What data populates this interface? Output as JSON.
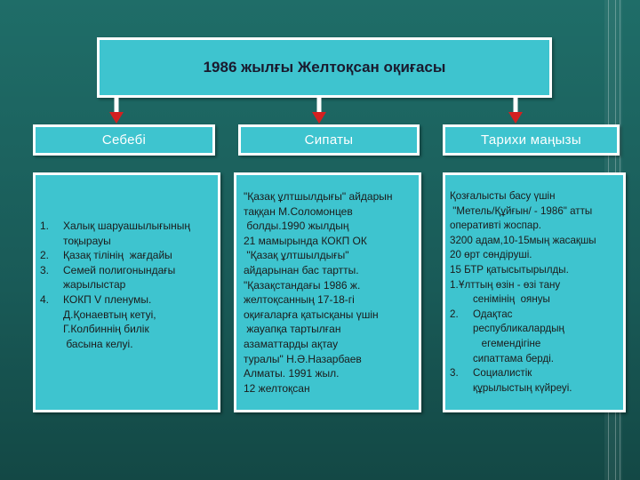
{
  "title": "1986 жылғы Желтоқсан оқиғасы",
  "colors": {
    "background": "#1f6d68",
    "box_fill": "#3ec4cf",
    "border": "#ffffff",
    "arrow": "#d42020"
  },
  "columns": [
    {
      "header": "Себебі",
      "items": [
        {
          "num": "1.",
          "lines": [
            "Халық шаруашылығының",
            "тоқырауы"
          ]
        },
        {
          "num": "2.",
          "lines": [
            "Қазақ тілінің  жағдайы"
          ]
        },
        {
          "num": "3.",
          "lines": [
            "Семей полигонындағы",
            "жарылыстар"
          ]
        },
        {
          "num": "4.",
          "lines": [
            "КОКП V пленумы.",
            "Д.Қонаевтың кетуі,",
            "Г.Колбиннің билік",
            " басына келуі."
          ]
        }
      ]
    },
    {
      "header": "Сипаты",
      "lines": [
        "\"Қазақ ұлтшылдығы\" айдарын",
        "таққан М.Соломонцев",
        " болды.1990 жылдың",
        "21 мамырында КОКП ОК",
        " \"Қазақ ұлтшылдығы\"",
        "айдарынан бас тартты.",
        "\"Қазақстандағы 1986 ж.",
        "желтоқсанның 17-18-гі",
        "оқиғаларға қатысқаны үшін",
        " жауапқа тартылған",
        "азаматтарды ақтау",
        "туралы\" Н.Ә.Назарбаев",
        "Алматы. 1991 жыл.",
        "12 желтоқсан"
      ]
    },
    {
      "header": "Тарихи маңызы",
      "lines": [
        "Қозғалысты басу үшін",
        " \"Метель/Құйғын/ - 1986\" атты",
        "оперативті жоспар.",
        "3200 адам,10-15мың жасақшы",
        "20 өрт сөндіруші.",
        "15 БТР қатысытырылды."
      ],
      "items": [
        {
          "num": "1.",
          "lines": [
            "Ұлттың өзін - өзі тану",
            "сенімінің  оянуы"
          ]
        },
        {
          "num": "2.",
          "lines": [
            "Одақтас",
            "республикалардың",
            "   егемендігіне",
            "сипаттама берді."
          ]
        },
        {
          "num": "3.",
          "lines": [
            "Социалистік",
            "құрылыстың күйреуі."
          ]
        }
      ]
    }
  ]
}
